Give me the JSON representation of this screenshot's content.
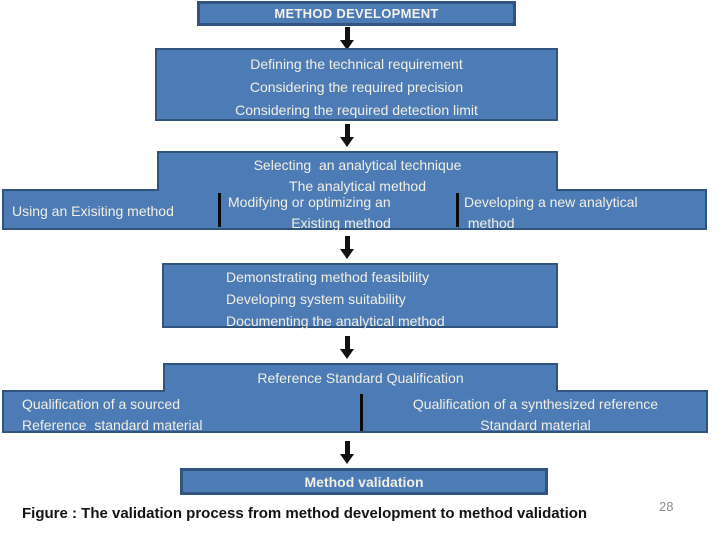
{
  "slide": {
    "caption": "Figure : The validation process from method development to method validation",
    "page_number": "28"
  },
  "colors": {
    "box_fill": "#4d7bb5",
    "box_border": "#31547f",
    "box_text": "#f1efe2",
    "divider": "#0a0a0a",
    "arrow": "#111111",
    "caption_text": "#141414",
    "page_number": "#8f8f8f",
    "background": "#ffffff"
  },
  "flowchart": {
    "title_box": {
      "label": "METHOD DEVELOPMENT"
    },
    "requirements_box": {
      "lines": [
        "Defining the technical requirement",
        "Considering the required precision",
        "Considering the required detection limit"
      ]
    },
    "technique_box": {
      "lines": [
        "Selecting  an analytical technique",
        "The analytical method"
      ]
    },
    "options_row": {
      "left": {
        "lines": [
          "Using an Exisiting method"
        ]
      },
      "center": {
        "lines": [
          "Modifying or optimizing an",
          "Existing method"
        ]
      },
      "right": {
        "lines": [
          "Developing a new analytical",
          " method"
        ]
      }
    },
    "feasibility_box": {
      "lines": [
        "Demonstrating method feasibility",
        "Developing system suitability",
        "Documenting the analytical method"
      ]
    },
    "reference_box": {
      "label": "Reference Standard Qualification"
    },
    "qualification_row": {
      "left": {
        "lines": [
          "Qualification of a sourced",
          "Reference  standard material"
        ]
      },
      "right": {
        "lines": [
          "Qualification of a synthesized reference",
          "Standard material"
        ]
      }
    },
    "validation_box": {
      "label": "Method validation"
    }
  }
}
